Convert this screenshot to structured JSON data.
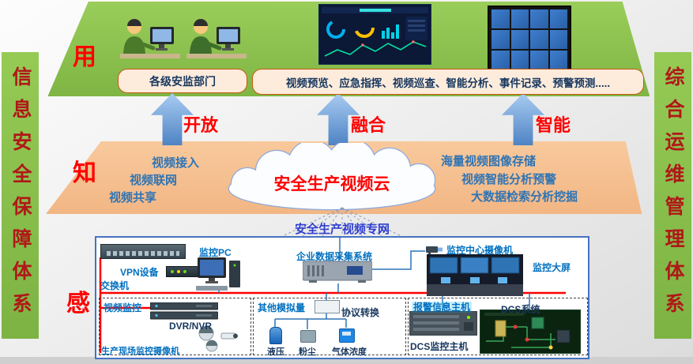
{
  "palette": {
    "band_green": "#8CC04C",
    "band_salmon": "#F6C191",
    "accent_red": "#FF0000",
    "sidebar_text_red": "#B01818",
    "blue_label": "#0070C0",
    "navy_label": "#17375E",
    "arrow_blue": "#5B9BD5",
    "bus_red": "#FF0000",
    "panel_border_blue": "#4472C4"
  },
  "sidebar_left": {
    "text": "信息安全保障体系"
  },
  "sidebar_right": {
    "text": "综合运维管理体系"
  },
  "layers": {
    "use": "用",
    "know": "知",
    "sense": "感"
  },
  "top_band": {
    "dept_box_label": "各级安监部门",
    "functions_box_label": "视频预览、应急指挥、视频巡查、智能分析、事件记录、预警预测....."
  },
  "arrows": {
    "a1": "开放",
    "a2": "融合",
    "a3": "智能"
  },
  "middle_band": {
    "cloud_title": "安全生产视频云",
    "left_items": [
      "视频接入",
      "视频联网",
      "视频共享"
    ],
    "right_items": [
      "海量视频图像存储",
      "视频智能分析预警",
      "大数据检索分析挖掘"
    ]
  },
  "network_label": "安全生产视频专网",
  "bottom_panel": {
    "switch_label": "交换机",
    "vpn_label": "VPN设备",
    "pc_label": "监控PC",
    "daq_label": "企业数据采集系统",
    "center_camera_label": "监控中心摄像机",
    "big_screen_label": "监控大屏",
    "video_group": {
      "title": "视频监控",
      "dvr_label": "DVR/NVR",
      "cameras_label": "生产现场监控摄像机"
    },
    "analog_group": {
      "title": "其他模拟量",
      "converter_label": "协议转换",
      "sensors": [
        "液压",
        "粉尘",
        "气体浓度"
      ]
    },
    "dcs_group": {
      "alarm_host_label": "报警信息主机",
      "dcs_system_label": "DCS系统",
      "dcs_host_label": "DCS监控主机"
    }
  },
  "icons": {
    "operators_illustration": "two-operators-at-computers",
    "dashboard_screenshot": "dark-analytics-dashboard",
    "video_wall": "blue-screen-video-wall",
    "cloud_shape": "cloud",
    "network_switch": "rack-switch",
    "vpn_device": "small-rack-device",
    "monitoring_pc": "desktop-computer",
    "daq_server": "industrial-server",
    "center_camera": "cctv-camera",
    "control_room": "monitoring-control-room",
    "dvr_nvr": "stacked-recorders",
    "site_cameras": "dome-and-bullet-cameras",
    "protocol_converter": "converter-box",
    "hydraulic_sensor": "blue-cylinder-sensor",
    "dust_sensor": "dust-meter",
    "gas_sensor": "gas-detector",
    "alarm_server": "rack-server",
    "dcs_screen": "dcs-mimic-screen"
  }
}
